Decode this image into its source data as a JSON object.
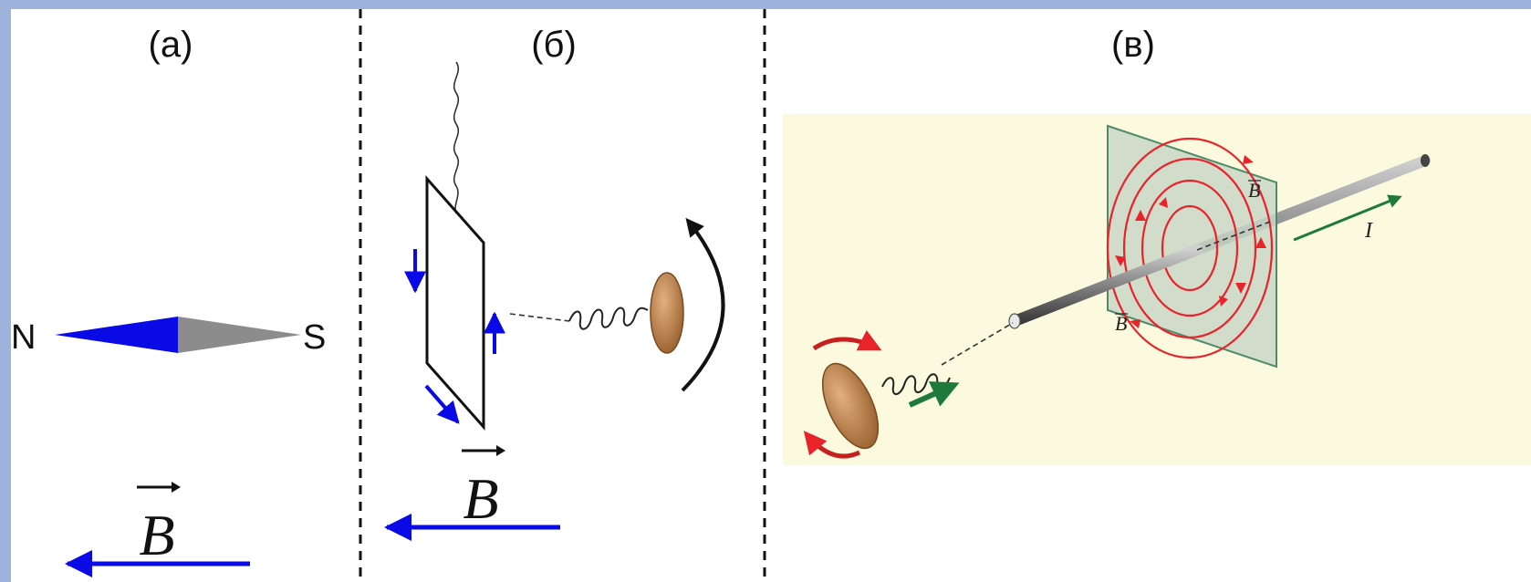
{
  "panels": [
    {
      "label": "(а)",
      "north": "N",
      "south": "S",
      "field_symbol": "B"
    },
    {
      "label": "(б)",
      "field_symbol": "B"
    },
    {
      "label": "(в)",
      "field_symbol": "B",
      "field_symbol_lower": "B",
      "current_symbol": "I"
    }
  ],
  "colors": {
    "field_arrow": "#0a0ae6",
    "compass_north": "#0a0ae6",
    "compass_south": "#8c8c8c",
    "field_lines": "#e8232a",
    "current_arrow": "#1e7a3a",
    "panel_c_bg": "#fbfadf",
    "plane": "#c9d6c8",
    "conductor": "#6e6e6e",
    "handle": "#c58a52"
  }
}
